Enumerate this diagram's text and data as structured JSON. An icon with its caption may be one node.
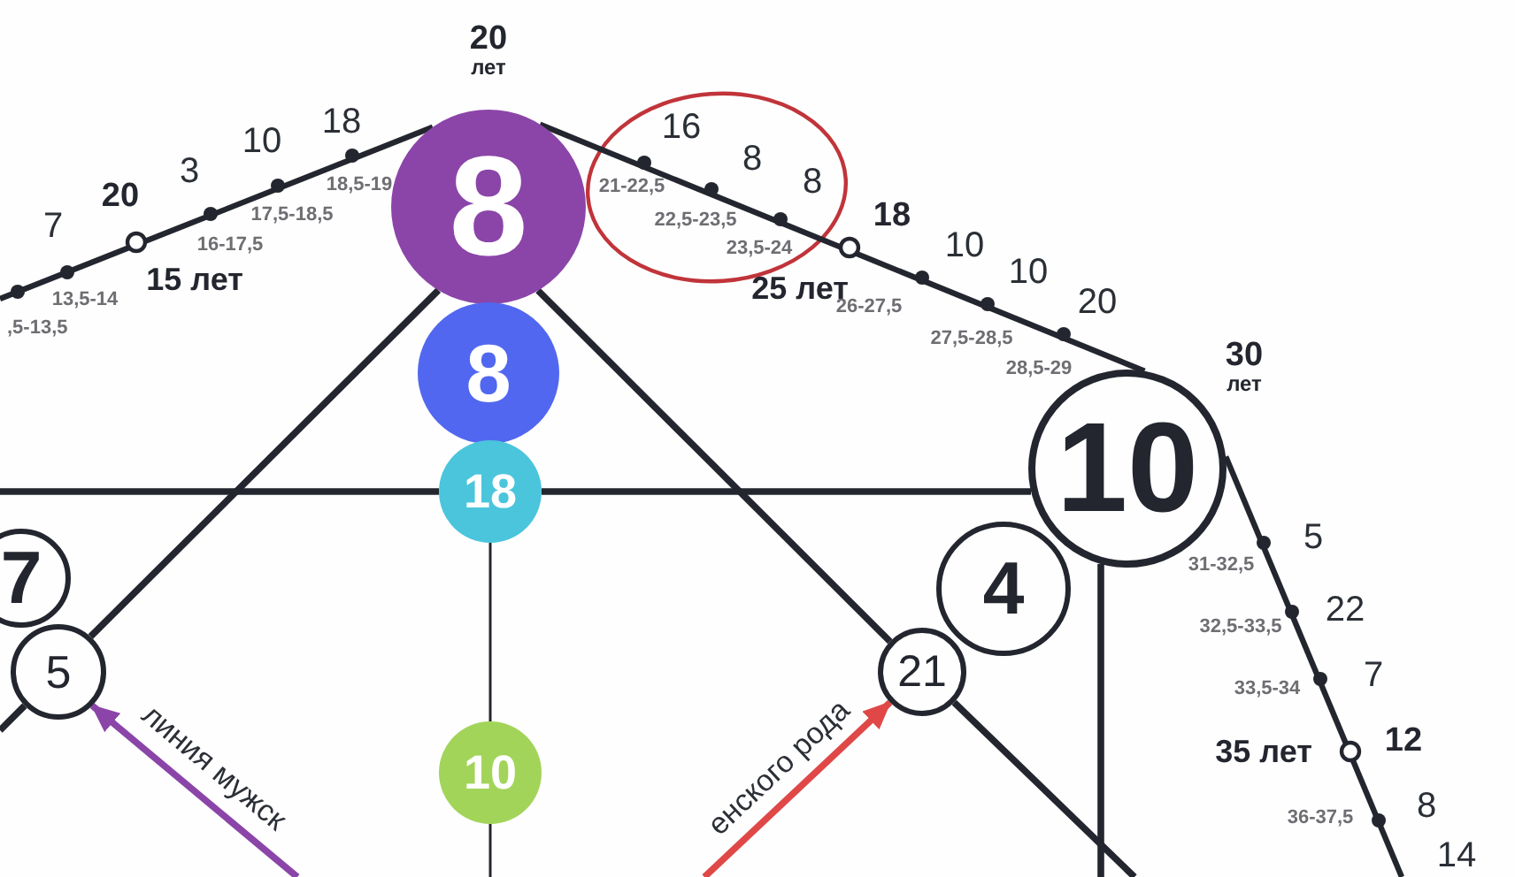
{
  "diagram": {
    "nodes": [
      {
        "text": [
          "8"
        ]
      },
      {
        "text": [
          "8"
        ]
      },
      {
        "text": [
          "18"
        ]
      },
      {
        "text": [
          "10"
        ]
      },
      {
        "text": [
          "10"
        ]
      },
      {
        "text": [
          "4"
        ]
      },
      {
        "text": [
          "21"
        ]
      },
      {
        "text": [
          "7"
        ]
      },
      {
        "text": [
          "5"
        ]
      }
    ],
    "edges": [
      {
        "from": null,
        "to": 0,
        "arrow": "none"
      },
      {
        "from": 0,
        "to": 4,
        "arrow": "none"
      },
      {
        "from": 4,
        "to": null,
        "arrow": "none"
      },
      {
        "from": 0,
        "to": 8,
        "arrow": "none"
      },
      {
        "from": 0,
        "to": 6,
        "arrow": "none"
      },
      {
        "from": null,
        "to": 2,
        "arrow": "none"
      },
      {
        "from": 2,
        "to": 4,
        "arrow": "none"
      },
      {
        "from": 2,
        "to": 3,
        "arrow": "none"
      },
      {
        "from": 3,
        "to": null,
        "arrow": "none"
      },
      {
        "from": 4,
        "to": null,
        "arrow": "none"
      },
      {
        "from": 6,
        "to": null,
        "arrow": "none"
      },
      {
        "from": 8,
        "to": null,
        "arrow": "none"
      },
      {
        "from": null,
        "to": 8,
        "arrow": "to",
        "color": "#8b45a8",
        "label": "линия мужск"
      },
      {
        "from": null,
        "to": 6,
        "arrow": "to",
        "color": "#e04848",
        "label": "енского рода"
      }
    ],
    "labels": [
      ",5-13,5",
      "7",
      "13,5-14",
      "20",
      "15 лет",
      "3",
      "16-17,5",
      "10",
      "17,5-18,5",
      "18",
      "18,5-19",
      "20",
      "лет",
      "16",
      "21-22,5",
      "8",
      "22,5-23,5",
      "8",
      "23,5-24",
      "18",
      "25 лет",
      "10",
      "26-27,5",
      "10",
      "27,5-28,5",
      "20",
      "28,5-29",
      "30",
      "лет",
      "5",
      "31-32,5",
      "22",
      "32,5-33,5",
      "7",
      "33,5-34",
      "35 лет",
      "12",
      "8",
      "36-37,5",
      "14"
    ]
  }
}
